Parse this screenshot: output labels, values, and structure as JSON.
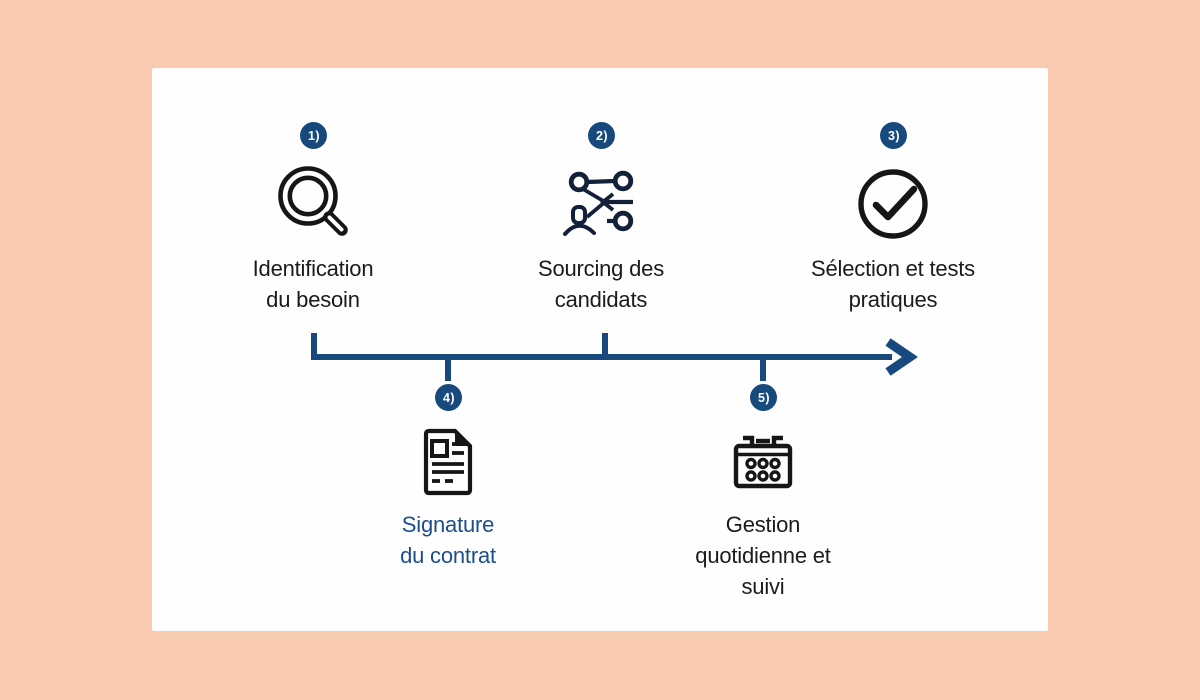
{
  "page": {
    "background_color": "#f8cbb0",
    "card_color": "#fefefe"
  },
  "colors": {
    "badge_navy": "#17497c",
    "timeline_navy": "#17497c",
    "blue_label": "#1d4e8d",
    "dark_label": "#1b1b1e",
    "icon_black": "#161616",
    "icon_navy": "#13203a"
  },
  "steps": [
    {
      "number": "1)",
      "icon": "magnifying-glass-icon",
      "lines": [
        "Identification",
        "du besoin"
      ]
    },
    {
      "number": "2)",
      "icon": "candidate-network-icon",
      "lines": [
        "Sourcing des",
        "candidats"
      ]
    },
    {
      "number": "3)",
      "icon": "check-circle-icon",
      "lines": [
        "Sélection et tests",
        "pratiques"
      ]
    },
    {
      "number": "4)",
      "icon": "contract-document-icon",
      "lines": [
        "Signature",
        "du contrat"
      ]
    },
    {
      "number": "5)",
      "icon": "calendar-icon",
      "lines": [
        "Gestion",
        "quotidienne et",
        "suivi"
      ]
    }
  ],
  "timeline": {
    "type": "arrow",
    "direction": "left-to-right",
    "tick_count": 4
  }
}
